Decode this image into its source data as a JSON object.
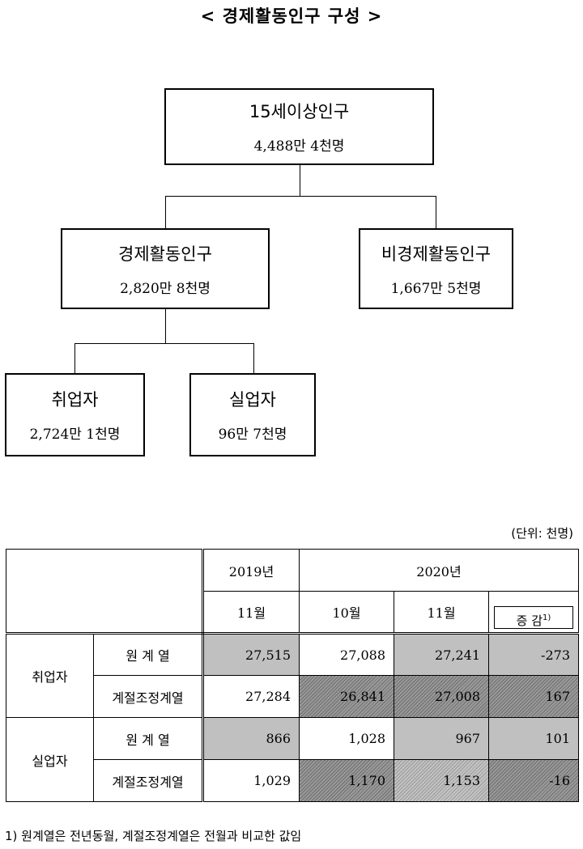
{
  "title": "< 경제활동인구 구성 >",
  "diagram": {
    "root": {
      "name": "15세이상인구",
      "value": "4,488만 4천명"
    },
    "active": {
      "name": "경제활동인구",
      "value": "2,820만 8천명"
    },
    "inactive": {
      "name": "비경제활동인구",
      "value": "1,667만 5천명"
    },
    "employed": {
      "name": "취업자",
      "value": "2,724만 1천명"
    },
    "unemployed": {
      "name": "실업자",
      "value": "96만 7천명"
    }
  },
  "table": {
    "unit": "(단위: 천명)",
    "year1": "2019년",
    "year2": "2020년",
    "m1": "11월",
    "m2": "10월",
    "m3": "11월",
    "change": "증 감",
    "change_sup": "1)",
    "groups": [
      {
        "name": "취업자",
        "rows": [
          {
            "label": "원 계 열",
            "v1": "27,515",
            "v2": "27,088",
            "v3": "27,241",
            "v4": "-273"
          },
          {
            "label": "계절조정계열",
            "v1": "27,284",
            "v2": "26,841",
            "v3": "27,008",
            "v4": "167"
          }
        ]
      },
      {
        "name": "실업자",
        "rows": [
          {
            "label": "원 계 열",
            "v1": "866",
            "v2": "1,028",
            "v3": "967",
            "v4": "101"
          },
          {
            "label": "계절조정계열",
            "v1": "1,029",
            "v2": "1,170",
            "v3": "1,153",
            "v4": "-16"
          }
        ]
      }
    ]
  },
  "footnote": "1) 원계열은 전년동월, 계절조정계열은 전월과 비교한 값임"
}
